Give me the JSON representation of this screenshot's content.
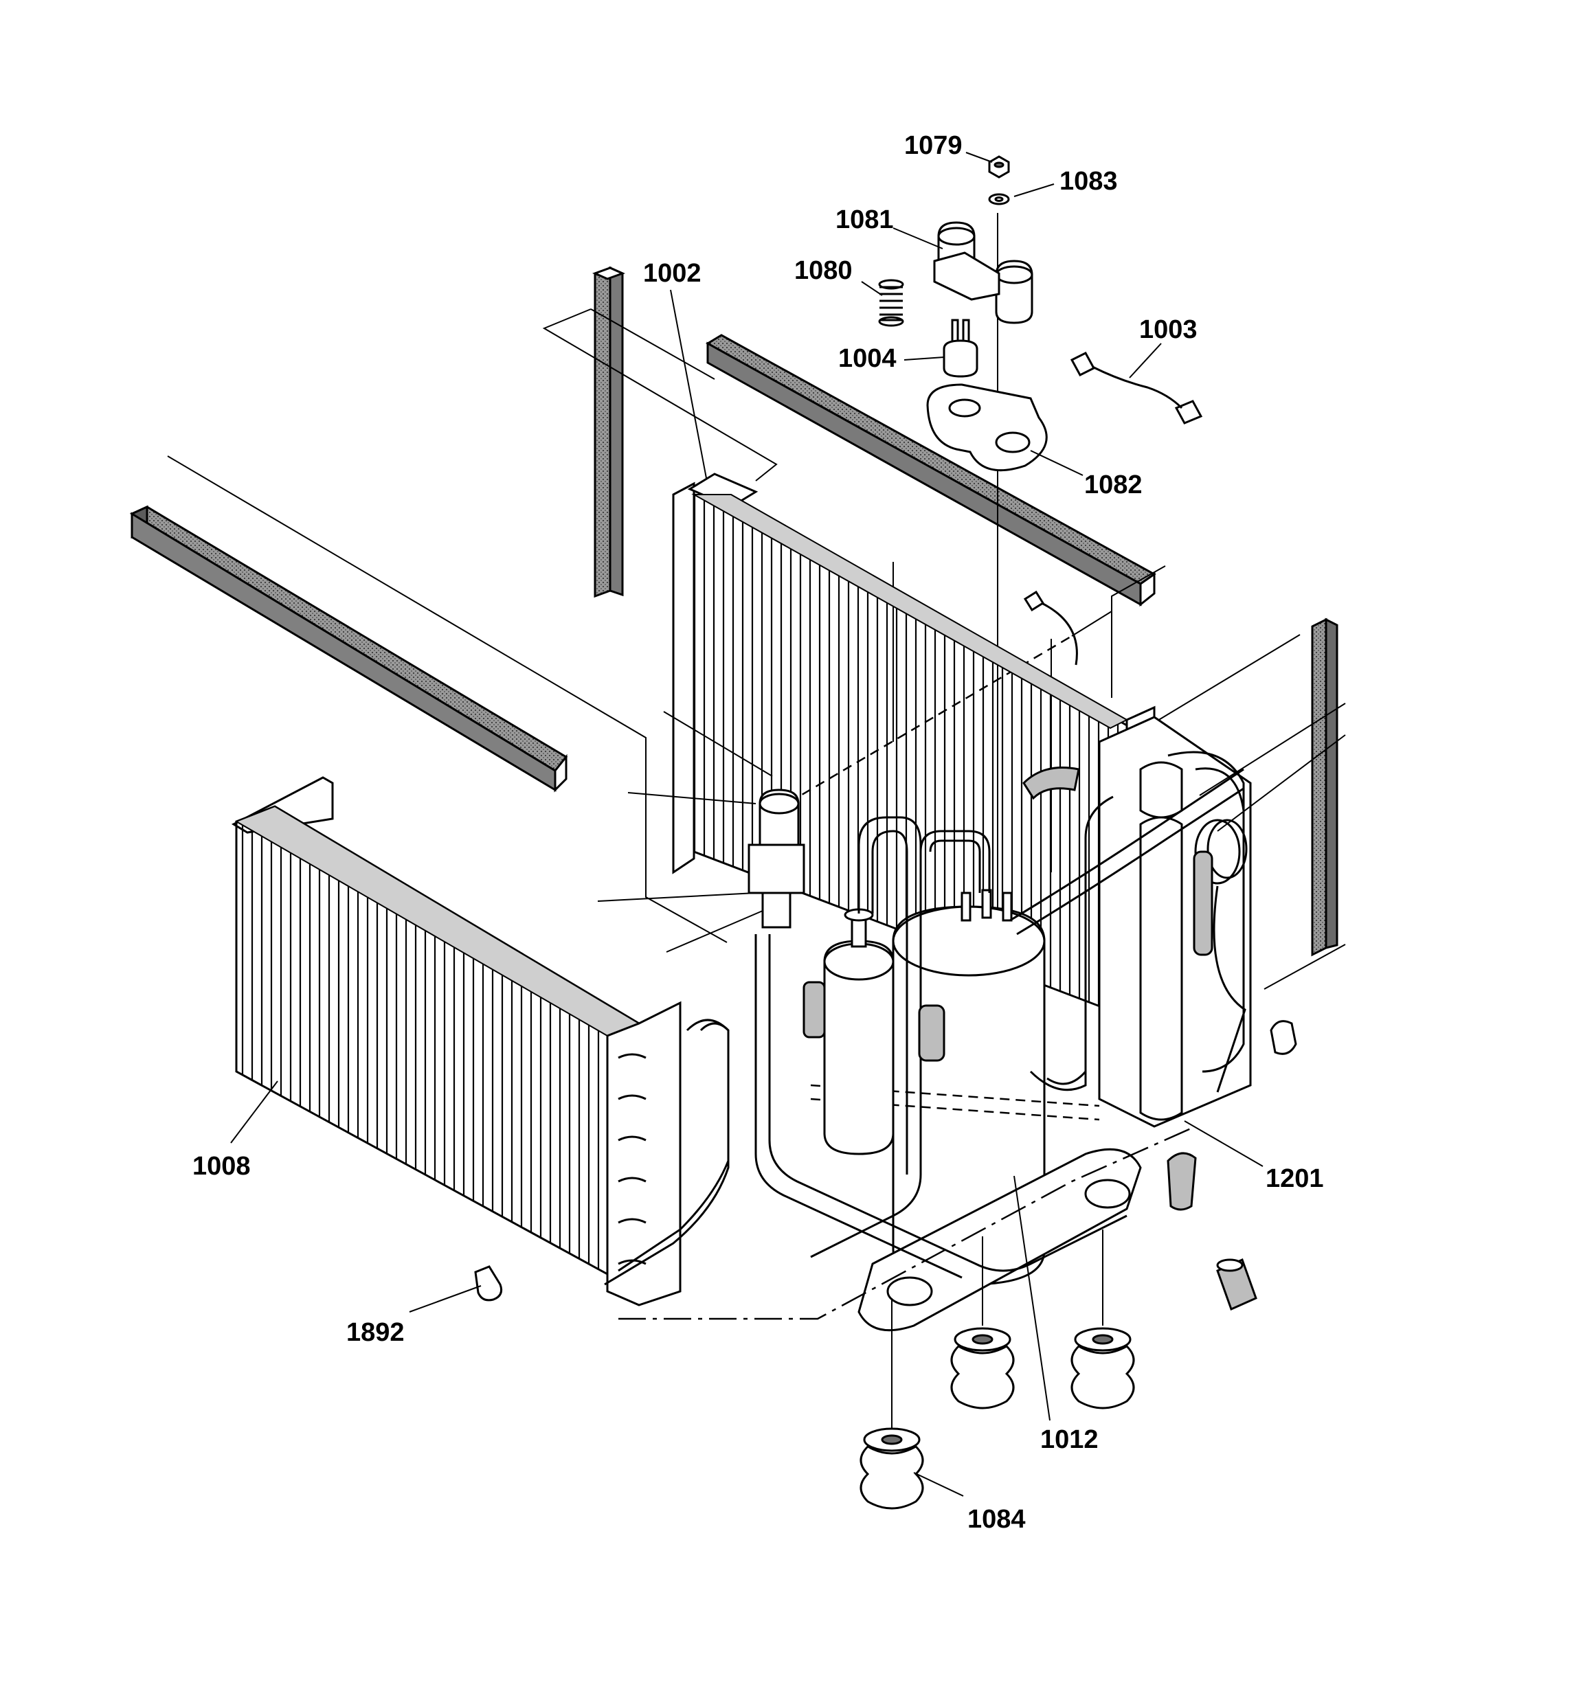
{
  "callouts": [
    {
      "id": "1079",
      "label": "1079"
    },
    {
      "id": "1083",
      "label": "1083"
    },
    {
      "id": "1081",
      "label": "1081"
    },
    {
      "id": "1080",
      "label": "1080"
    },
    {
      "id": "1002",
      "label": "1002"
    },
    {
      "id": "1003",
      "label": "1003"
    },
    {
      "id": "1004",
      "label": "1004"
    },
    {
      "id": "1082",
      "label": "1082"
    },
    {
      "id": "1008",
      "label": "1008"
    },
    {
      "id": "1201",
      "label": "1201"
    },
    {
      "id": "1892",
      "label": "1892"
    },
    {
      "id": "1012",
      "label": "1012"
    },
    {
      "id": "1084",
      "label": "1084"
    }
  ]
}
